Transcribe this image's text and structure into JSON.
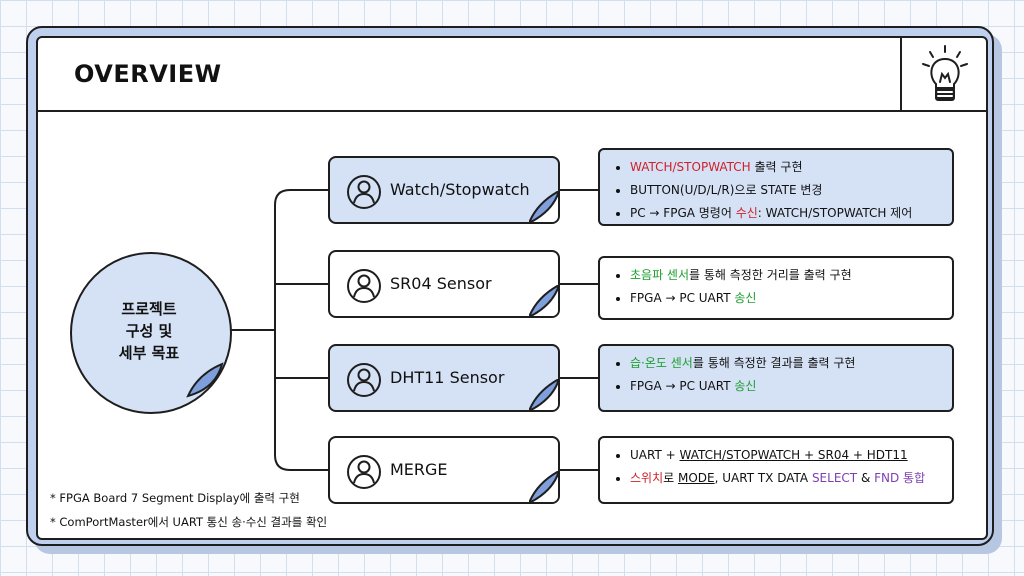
{
  "title": "OVERVIEW",
  "center": {
    "lines": [
      "프로젝트",
      "구성 및",
      "세부 목표"
    ]
  },
  "nodes": [
    {
      "label": "Watch/Stopwatch",
      "bullets": [
        [
          {
            "t": "WATCH/STOPWATCH",
            "c": "red"
          },
          {
            "t": " 출력 구현"
          }
        ],
        [
          {
            "t": "BUTTON(U/D/L/R)으로 STATE 변경"
          }
        ],
        [
          {
            "t": "PC → FPGA 명령어 "
          },
          {
            "t": "수신",
            "c": "red"
          },
          {
            "t": ": WATCH/STOPWATCH 제어"
          }
        ]
      ]
    },
    {
      "label": "SR04 Sensor",
      "bullets": [
        [
          {
            "t": "초음파 센서",
            "c": "green"
          },
          {
            "t": "를 통해 측정한 거리를 출력 구현"
          }
        ],
        [
          {
            "t": "FPGA → PC UART "
          },
          {
            "t": "송신",
            "c": "green"
          }
        ]
      ]
    },
    {
      "label": "DHT11 Sensor",
      "bullets": [
        [
          {
            "t": "습·온도 센서",
            "c": "green"
          },
          {
            "t": "를 통해 측정한 결과를 출력 구현"
          }
        ],
        [
          {
            "t": "FPGA → PC UART "
          },
          {
            "t": "송신",
            "c": "green"
          }
        ]
      ]
    },
    {
      "label": "MERGE",
      "bullets": [
        [
          {
            "t": "UART + "
          },
          {
            "t": "WATCH/STOPWATCH + SR04 + HDT11",
            "u": true
          }
        ],
        [
          {
            "t": "스위치",
            "c": "red"
          },
          {
            "t": "로 "
          },
          {
            "t": "MODE",
            "u": true
          },
          {
            "t": ", UART TX DATA "
          },
          {
            "t": "SELECT",
            "c": "purple"
          },
          {
            "t": " & "
          },
          {
            "t": "FND 통합",
            "c": "purple"
          }
        ]
      ]
    }
  ],
  "notes": [
    "* FPGA Board 7 Segment Display에 출력 구현",
    "* ComPortMaster에서 UART 통신 송·수신 결과를 확인"
  ],
  "colors": {
    "accent_blue": "#d5e2f6",
    "frame_blue": "#bfd0ef",
    "curl_blue": "#7f9fdc",
    "red": "#d0202a",
    "green": "#1c9e2d",
    "purple": "#7e3fb3"
  },
  "icons": {
    "header": "lightbulb-icon",
    "node": "person-icon"
  }
}
